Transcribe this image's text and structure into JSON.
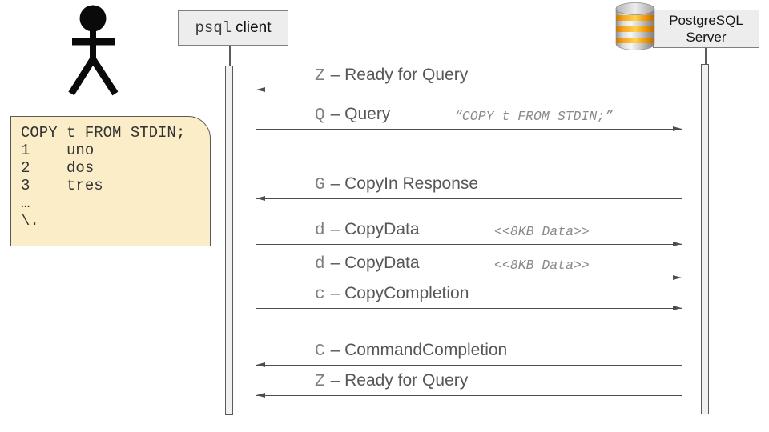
{
  "actors": {
    "client": {
      "name_mono": "psql",
      "name_rest": "client"
    },
    "server": {
      "name_line1": "PostgreSQL",
      "name_line2": "Server"
    }
  },
  "note": {
    "lines": [
      "COPY t FROM STDIN;",
      "1    uno",
      "2    dos",
      "3    tres",
      "…",
      "\\."
    ]
  },
  "messages": [
    {
      "letter": "Z",
      "name": "– Ready for Query",
      "annotation": "",
      "direction": "to-client"
    },
    {
      "letter": "Q",
      "name": "– Query",
      "annotation": "“COPY t FROM STDIN;”",
      "direction": "to-server"
    },
    {
      "letter": "G",
      "name": "– CopyIn Response",
      "annotation": "",
      "direction": "to-client"
    },
    {
      "letter": "d",
      "name": "– CopyData",
      "annotation": "<<8KB Data>>",
      "direction": "to-server"
    },
    {
      "letter": "d",
      "name": "– CopyData",
      "annotation": "<<8KB Data>>",
      "direction": "to-server"
    },
    {
      "letter": "c",
      "name": "– CopyCompletion",
      "annotation": "",
      "direction": "to-server"
    },
    {
      "letter": "C",
      "name": "– CommandCompletion",
      "annotation": "",
      "direction": "to-client"
    },
    {
      "letter": "Z",
      "name": "– Ready for Query",
      "annotation": "",
      "direction": "to-client"
    }
  ],
  "colors": {
    "note-fill": "#FAEDC8",
    "note-border": "#5a5a5a",
    "box-fill": "#ededed",
    "box-border": "#7f7f7f",
    "line": "#4d4d4d",
    "letter": "#7f7f7f",
    "label": "#57575a",
    "annotation": "#8a8a8a",
    "bar-fill": "#f0f0f0",
    "bar-border": "#5a5a5a",
    "figure": "#0a0a0a",
    "db-orange": "#f29718"
  }
}
